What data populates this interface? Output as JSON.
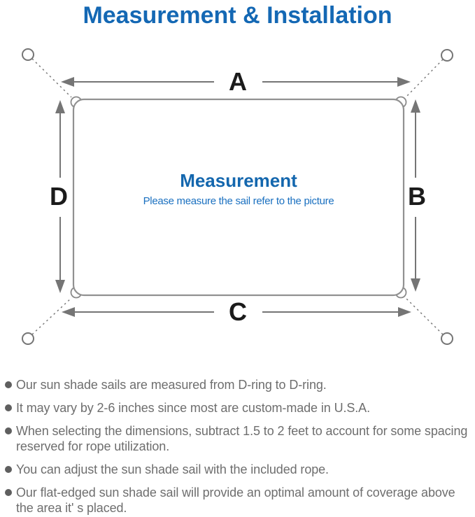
{
  "title": "Measurement & Installation",
  "diagram": {
    "heading": "Measurement",
    "subheading": "Please measure the sail refer to the picture",
    "labels": {
      "a": "A",
      "b": "B",
      "c": "C",
      "d": "D"
    }
  },
  "notes": [
    {
      "lines": [
        "Our sun shade sails are measured from D-ring to D-ring."
      ]
    },
    {
      "lines": [
        "It may vary by 2-6 inches since most are custom-made in U.S.A."
      ]
    },
    {
      "lines": [
        "When selecting the dimensions, subtract 1.5 to 2 feet to account for some spacing",
        "reserved for rope utilization."
      ]
    },
    {
      "lines": [
        "You can adjust the sun shade sail with the included rope."
      ]
    },
    {
      "lines": [
        "Our flat-edged sun shade sail will provide an optimal amount of coverage above",
        "the area it' s placed."
      ]
    }
  ],
  "colors": {
    "accent_blue": "#1468b4",
    "subheading_blue": "#1a70c0",
    "line_gray": "#757575",
    "text_gray": "#6e6e6e"
  }
}
